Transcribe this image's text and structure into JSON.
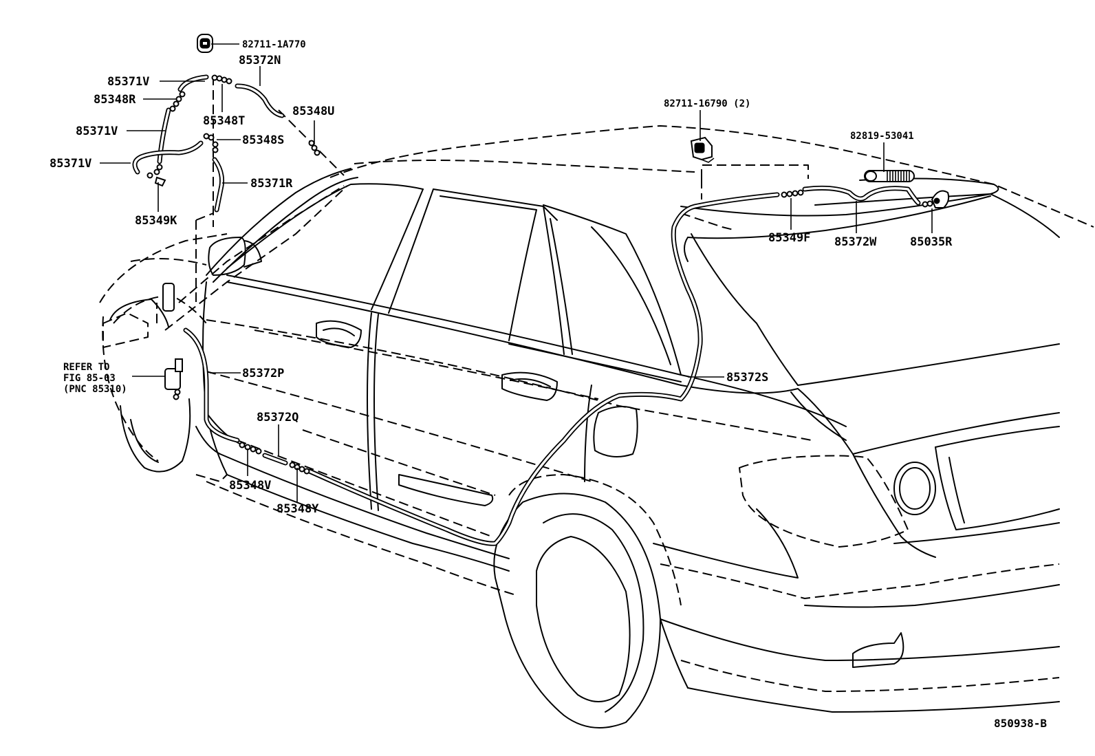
{
  "diagram": {
    "figure_number": "850938-B",
    "reference_note": {
      "line1": "REFER TO",
      "line2": "FIG 85-03",
      "line3": "(PNC 85310)"
    },
    "parts": {
      "p_82711_1a770": "82711-1A770",
      "p_85372n": "85372N",
      "p_85371v_a": "85371V",
      "p_85348r": "85348R",
      "p_85348t": "85348T",
      "p_85348u": "85348U",
      "p_85371v_b": "85371V",
      "p_85348s": "85348S",
      "p_85371v_c": "85371V",
      "p_85371r": "85371R",
      "p_85349k": "85349K",
      "p_82711_16790": "82711-16790 (2)",
      "p_82819_53041": "82819-53041",
      "p_85349f": "85349F",
      "p_85372w": "85372W",
      "p_85035r": "85035R",
      "p_85372p": "85372P",
      "p_85372s": "85372S",
      "p_85372q": "85372Q",
      "p_85348v": "85348V",
      "p_85348y": "85348Y"
    }
  }
}
